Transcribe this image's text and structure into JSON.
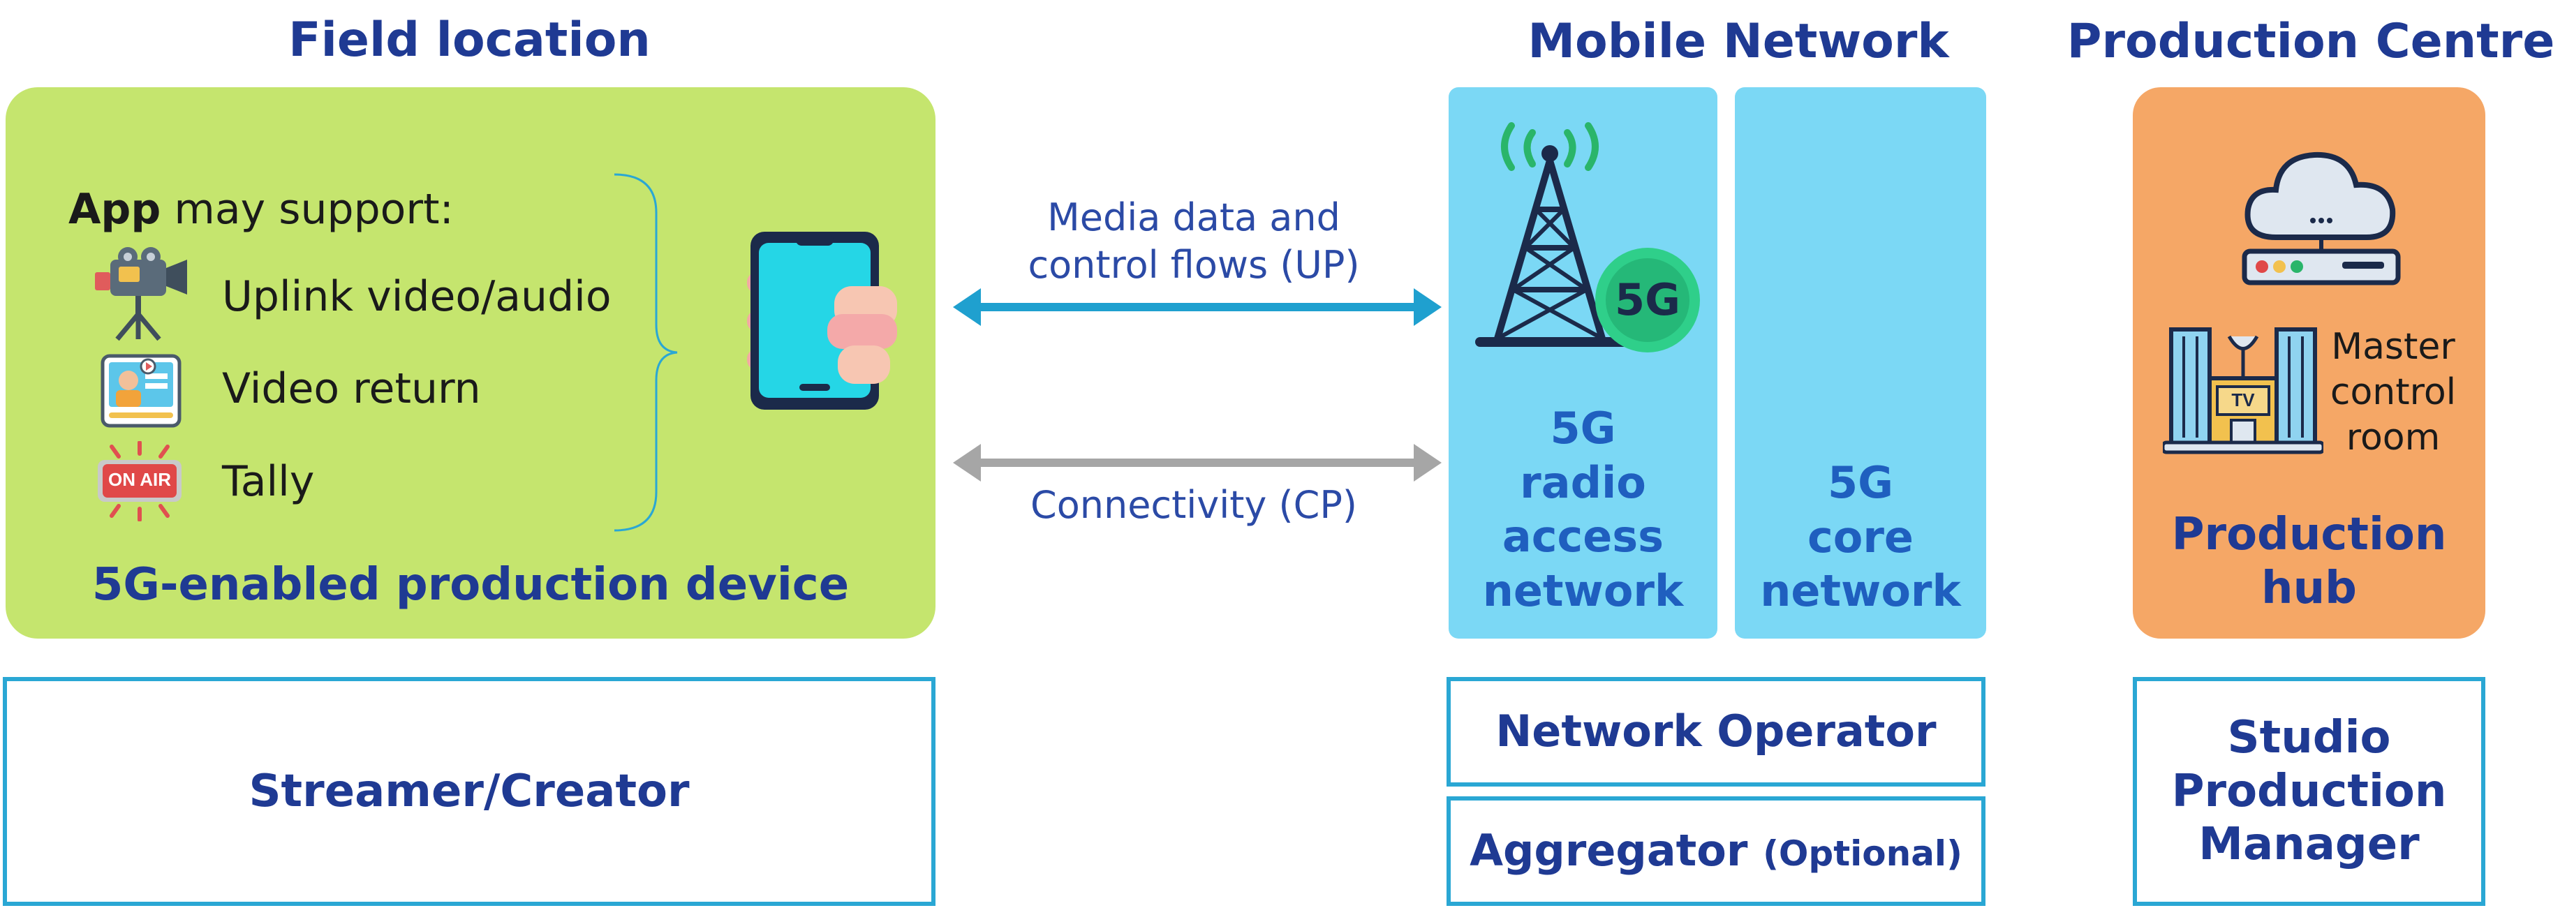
{
  "titles": {
    "field": "Field location",
    "mobile": "Mobile Network",
    "production": "Production Centre"
  },
  "field_box": {
    "app_bold": "App",
    "app_rest": " may support:",
    "items": [
      "Uplink video/audio",
      "Video return",
      "Tally"
    ],
    "on_air_badge": "ON AIR",
    "device_label": "5G-enabled production device"
  },
  "flows": {
    "up_label_line1": "Media data and",
    "up_label_line2": "control flows (UP)",
    "cp_label": "Connectivity (CP)"
  },
  "network": {
    "badge_5g": "5G",
    "ran_line1": "5G",
    "ran_line2": "radio",
    "ran_line3": "access",
    "ran_line4": "network",
    "core_line1": "5G",
    "core_line2": "core",
    "core_line3": "network"
  },
  "production": {
    "tv_sign": "TV",
    "mcr_line1": "Master",
    "mcr_line2": "control",
    "mcr_line3": "room",
    "hub_line1": "Production",
    "hub_line2": "hub"
  },
  "roles": {
    "streamer": "Streamer/Creator",
    "operator": "Network Operator",
    "aggregator": "Aggregator",
    "aggregator_suffix": "(Optional)",
    "studio_line1": "Studio",
    "studio_line2": "Production",
    "studio_line3": "Manager"
  },
  "colors": {
    "field_bg": "#c5e56e",
    "network_bg": "#7bd8f5",
    "production_bg": "#f5a766",
    "title_blue": "#1f3a93",
    "arrow_blue": "#1fa0cf",
    "arrow_grey": "#a6a6a6",
    "outline_blue": "#2aa7d4"
  },
  "icons": [
    "video-camera-icon",
    "video-return-icon",
    "on-air-icon",
    "smartphone-hand-icon",
    "cell-tower-icon",
    "cloud-server-icon",
    "tv-building-icon"
  ]
}
